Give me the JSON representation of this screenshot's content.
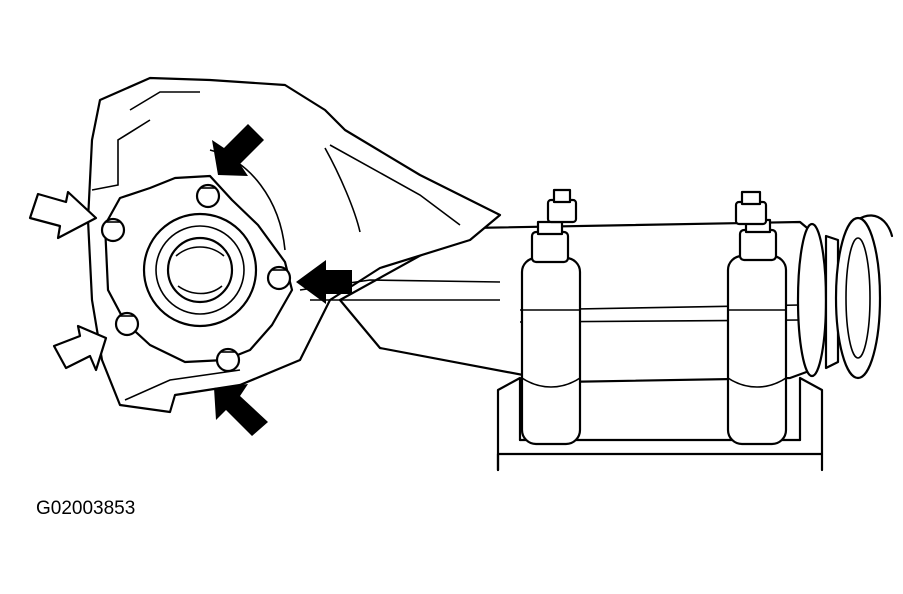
{
  "figure": {
    "code": "G02003853"
  },
  "colors": {
    "ink": "#000000",
    "paper": "#ffffff"
  },
  "callouts": {
    "solid_arrow_count": 3,
    "outline_arrow_count": 2
  }
}
